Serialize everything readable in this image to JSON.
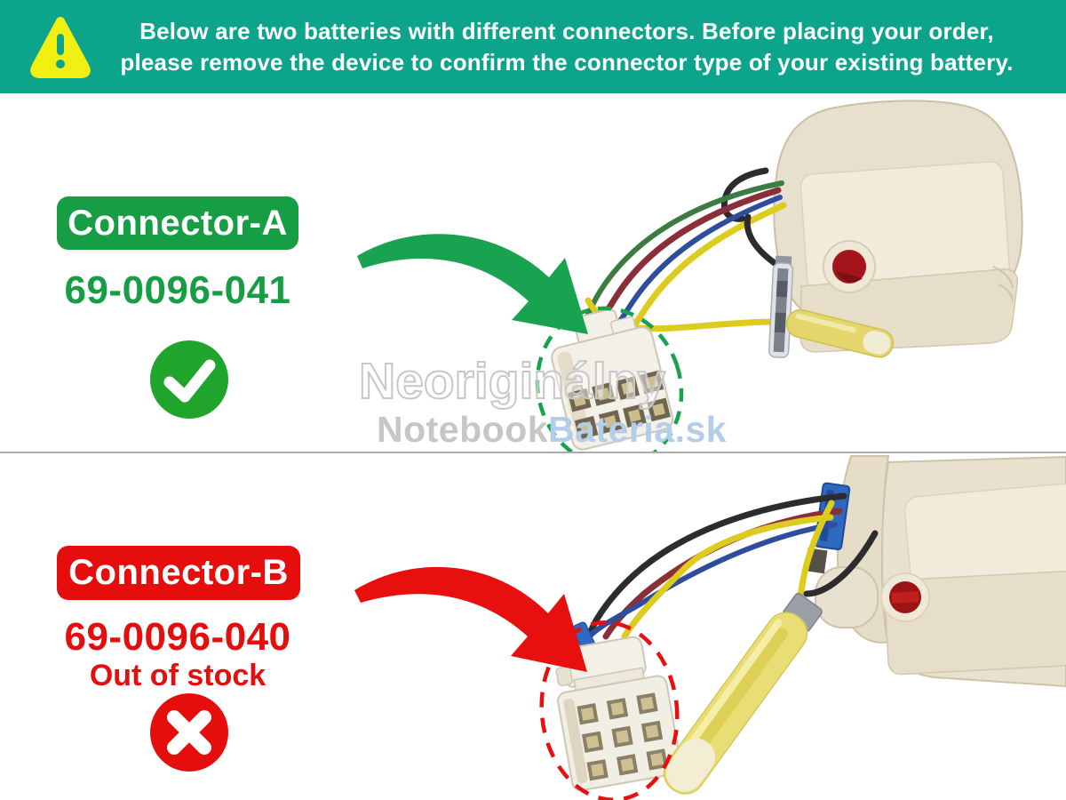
{
  "banner": {
    "line1": "Below are two batteries with different connectors. Before placing your order,",
    "line2": "please remove the device to confirm the connector type of your existing battery.",
    "bg_color": "#0ca58c",
    "icon": "warning-triangle-icon",
    "icon_color": "#f2ef12"
  },
  "connector_a": {
    "label": "Connector-A",
    "part_number": "69-0096-041",
    "status": "available",
    "status_icon": "check-icon",
    "accent_color": "#179e45",
    "badge_color": "#1fa42c",
    "highlight_style": "green-dashed-ellipse"
  },
  "connector_b": {
    "label": "Connector-B",
    "part_number": "69-0096-040",
    "stock_status": "Out of stock",
    "status": "unavailable",
    "status_icon": "cross-icon",
    "accent_color": "#e60d0d",
    "highlight_style": "red-dashed-ellipse"
  },
  "watermark": {
    "line1": "Neoriginálny",
    "line2_part1": "Notebook",
    "line2_part2": "Bateria.sk",
    "gray_color": "#c6c6c6",
    "blue_color": "#b3cdeb"
  }
}
